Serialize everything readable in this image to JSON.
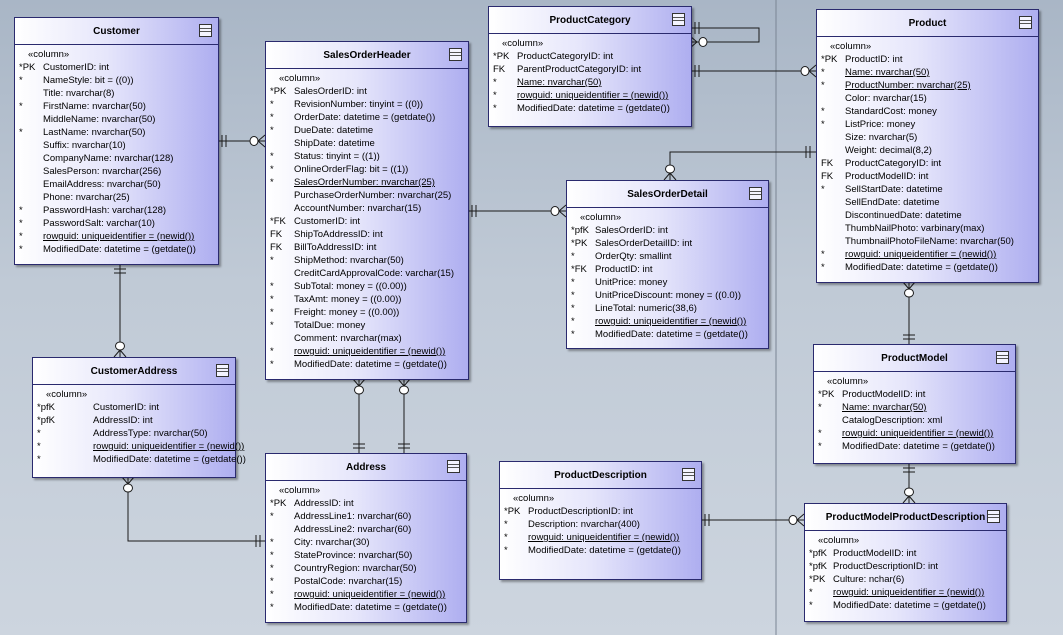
{
  "stereotype": "«column»",
  "entities": {
    "customer": {
      "title": "Customer",
      "columns": [
        {
          "key": "*PK",
          "text": "CustomerID: int"
        },
        {
          "key": "*",
          "text": "NameStyle: bit = ((0))"
        },
        {
          "key": "",
          "text": "Title: nvarchar(8)"
        },
        {
          "key": "*",
          "text": "FirstName: nvarchar(50)"
        },
        {
          "key": "",
          "text": "MiddleName: nvarchar(50)"
        },
        {
          "key": "*",
          "text": "LastName: nvarchar(50)"
        },
        {
          "key": "",
          "text": "Suffix: nvarchar(10)"
        },
        {
          "key": "",
          "text": "CompanyName: nvarchar(128)"
        },
        {
          "key": "",
          "text": "SalesPerson: nvarchar(256)"
        },
        {
          "key": "",
          "text": "EmailAddress: nvarchar(50)"
        },
        {
          "key": "",
          "text": "Phone: nvarchar(25)"
        },
        {
          "key": "*",
          "text": "PasswordHash: varchar(128)"
        },
        {
          "key": "*",
          "text": "PasswordSalt: varchar(10)"
        },
        {
          "key": "*",
          "text": "rowguid: uniqueidentifier = (newid())"
        },
        {
          "key": "*",
          "text": "ModifiedDate: datetime = (getdate())"
        }
      ]
    },
    "customer_address": {
      "title": "CustomerAddress",
      "columns": [
        {
          "key": "*pfK",
          "text": "CustomerID: int"
        },
        {
          "key": "*pfK",
          "text": "AddressID: int"
        },
        {
          "key": "*",
          "text": "AddressType: nvarchar(50)"
        },
        {
          "key": "*",
          "text": "rowguid: uniqueidentifier = (newid())"
        },
        {
          "key": "*",
          "text": "ModifiedDate: datetime = (getdate())"
        }
      ]
    },
    "sales_order_header": {
      "title": "SalesOrderHeader",
      "columns": [
        {
          "key": "*PK",
          "text": "SalesOrderID: int"
        },
        {
          "key": "*",
          "text": "RevisionNumber: tinyint = ((0))"
        },
        {
          "key": "*",
          "text": "OrderDate: datetime = (getdate())"
        },
        {
          "key": "*",
          "text": "DueDate: datetime"
        },
        {
          "key": "",
          "text": "ShipDate: datetime"
        },
        {
          "key": "*",
          "text": "Status: tinyint = ((1))"
        },
        {
          "key": "*",
          "text": "OnlineOrderFlag: bit = ((1))"
        },
        {
          "key": "*",
          "text": "SalesOrderNumber: nvarchar(25)"
        },
        {
          "key": "",
          "text": "PurchaseOrderNumber: nvarchar(25)"
        },
        {
          "key": "",
          "text": "AccountNumber: nvarchar(15)"
        },
        {
          "key": "*FK",
          "text": "CustomerID: int"
        },
        {
          "key": "FK",
          "text": "ShipToAddressID: int"
        },
        {
          "key": "FK",
          "text": "BillToAddressID: int"
        },
        {
          "key": "*",
          "text": "ShipMethod: nvarchar(50)"
        },
        {
          "key": "",
          "text": "CreditCardApprovalCode: varchar(15)"
        },
        {
          "key": "*",
          "text": "SubTotal: money = ((0.00))"
        },
        {
          "key": "*",
          "text": "TaxAmt: money = ((0.00))"
        },
        {
          "key": "*",
          "text": "Freight: money = ((0.00))"
        },
        {
          "key": "*",
          "text": "TotalDue: money"
        },
        {
          "key": "",
          "text": "Comment: nvarchar(max)"
        },
        {
          "key": "*",
          "text": "rowguid: uniqueidentifier = (newid())"
        },
        {
          "key": "*",
          "text": "ModifiedDate: datetime = (getdate())"
        }
      ]
    },
    "address": {
      "title": "Address",
      "columns": [
        {
          "key": "*PK",
          "text": "AddressID: int"
        },
        {
          "key": "*",
          "text": "AddressLine1: nvarchar(60)"
        },
        {
          "key": "",
          "text": "AddressLine2: nvarchar(60)"
        },
        {
          "key": "*",
          "text": "City: nvarchar(30)"
        },
        {
          "key": "*",
          "text": "StateProvince: nvarchar(50)"
        },
        {
          "key": "*",
          "text": "CountryRegion: nvarchar(50)"
        },
        {
          "key": "*",
          "text": "PostalCode: nvarchar(15)"
        },
        {
          "key": "*",
          "text": "rowguid: uniqueidentifier = (newid())"
        },
        {
          "key": "*",
          "text": "ModifiedDate: datetime = (getdate())"
        }
      ]
    },
    "product_category": {
      "title": "ProductCategory",
      "columns": [
        {
          "key": "*PK",
          "text": "ProductCategoryID: int"
        },
        {
          "key": "FK",
          "text": "ParentProductCategoryID: int"
        },
        {
          "key": "*",
          "text": "Name: nvarchar(50)"
        },
        {
          "key": "*",
          "text": "rowguid: uniqueidentifier = (newid())"
        },
        {
          "key": "*",
          "text": "ModifiedDate: datetime = (getdate())"
        }
      ]
    },
    "sales_order_detail": {
      "title": "SalesOrderDetail",
      "columns": [
        {
          "key": "*pfK",
          "text": "SalesOrderID: int"
        },
        {
          "key": "*PK",
          "text": "SalesOrderDetailID: int"
        },
        {
          "key": "*",
          "text": "OrderQty: smallint"
        },
        {
          "key": "*FK",
          "text": "ProductID: int"
        },
        {
          "key": "*",
          "text": "UnitPrice: money"
        },
        {
          "key": "*",
          "text": "UnitPriceDiscount: money = ((0.0))"
        },
        {
          "key": "*",
          "text": "LineTotal: numeric(38,6)"
        },
        {
          "key": "*",
          "text": "rowguid: uniqueidentifier = (newid())"
        },
        {
          "key": "*",
          "text": "ModifiedDate: datetime = (getdate())"
        }
      ]
    },
    "product_description": {
      "title": "ProductDescription",
      "columns": [
        {
          "key": "*PK",
          "text": "ProductDescriptionID: int"
        },
        {
          "key": "*",
          "text": "Description: nvarchar(400)"
        },
        {
          "key": "*",
          "text": "rowguid: uniqueidentifier = (newid())"
        },
        {
          "key": "*",
          "text": "ModifiedDate: datetime = (getdate())"
        }
      ]
    },
    "product": {
      "title": "Product",
      "columns": [
        {
          "key": "*PK",
          "text": "ProductID: int"
        },
        {
          "key": "*",
          "text": "Name: nvarchar(50)"
        },
        {
          "key": "*",
          "text": "ProductNumber: nvarchar(25)"
        },
        {
          "key": "",
          "text": "Color: nvarchar(15)"
        },
        {
          "key": "*",
          "text": "StandardCost: money"
        },
        {
          "key": "*",
          "text": "ListPrice: money"
        },
        {
          "key": "",
          "text": "Size: nvarchar(5)"
        },
        {
          "key": "",
          "text": "Weight: decimal(8,2)"
        },
        {
          "key": "FK",
          "text": "ProductCategoryID: int"
        },
        {
          "key": "FK",
          "text": "ProductModelID: int"
        },
        {
          "key": "*",
          "text": "SellStartDate: datetime"
        },
        {
          "key": "",
          "text": "SellEndDate: datetime"
        },
        {
          "key": "",
          "text": "DiscontinuedDate: datetime"
        },
        {
          "key": "",
          "text": "ThumbNailPhoto: varbinary(max)"
        },
        {
          "key": "",
          "text": "ThumbnailPhotoFileName: nvarchar(50)"
        },
        {
          "key": "*",
          "text": "rowguid: uniqueidentifier = (newid())"
        },
        {
          "key": "*",
          "text": "ModifiedDate: datetime = (getdate())"
        }
      ]
    },
    "product_model": {
      "title": "ProductModel",
      "columns": [
        {
          "key": "*PK",
          "text": "ProductModelID: int"
        },
        {
          "key": "*",
          "text": "Name: nvarchar(50)"
        },
        {
          "key": "",
          "text": "CatalogDescription: xml"
        },
        {
          "key": "*",
          "text": "rowguid: uniqueidentifier = (newid())"
        },
        {
          "key": "*",
          "text": "ModifiedDate: datetime = (getdate())"
        }
      ]
    },
    "product_model_product_description": {
      "title": "ProductModelProductDescription",
      "columns": [
        {
          "key": "*pfK",
          "text": "ProductModelID: int"
        },
        {
          "key": "*pfK",
          "text": "ProductDescriptionID: int"
        },
        {
          "key": "*PK",
          "text": "Culture: nchar(6)"
        },
        {
          "key": "*",
          "text": "rowguid: uniqueidentifier = (newid())"
        },
        {
          "key": "*",
          "text": "ModifiedDate: datetime = (getdate())"
        }
      ]
    }
  },
  "colors": {
    "entity_border": "#2a2a6e",
    "connector": "#1a1a1a"
  }
}
